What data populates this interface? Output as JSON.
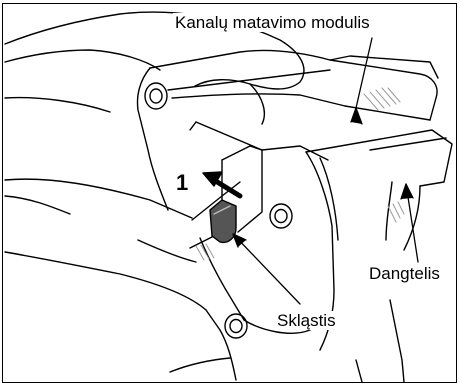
{
  "labels": {
    "module": "Kanalų matavimo modulis",
    "cover": "Dangtelis",
    "latch": "Skląstis",
    "step": "1"
  },
  "colors": {
    "line": "#000000",
    "hatch": "#9a9a9a",
    "latch_shading": "#555555"
  }
}
